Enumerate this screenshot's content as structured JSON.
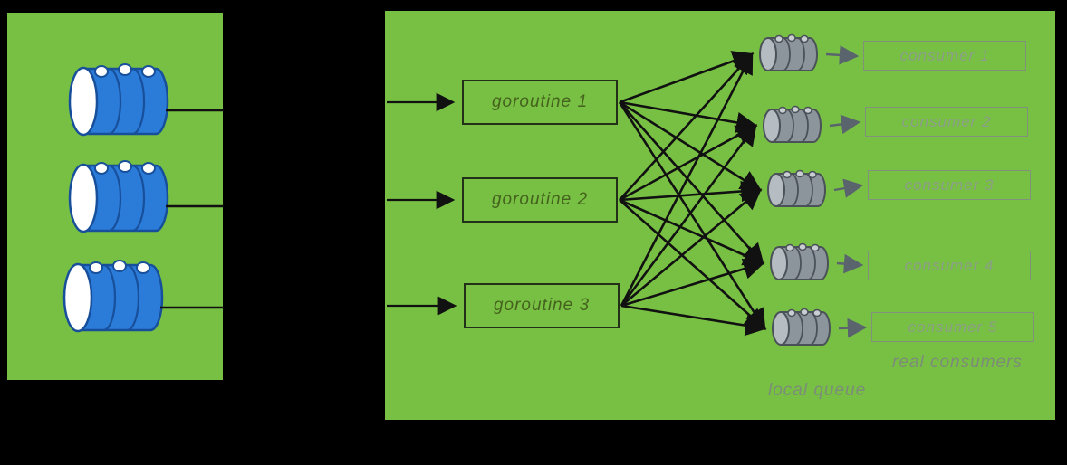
{
  "colors": {
    "background": "#000000",
    "panel_green": "#78c043",
    "barrel_blue_fill": "#2b7bd9",
    "barrel_blue_stroke": "#174f9b",
    "drum_gray_fill": "#8d959c",
    "drum_gray_stroke": "#4a5158",
    "arrow_black": "#111111",
    "arrow_gray": "#5a646d",
    "goroutine_text": "#44621d",
    "consumer_text": "#8b9e87",
    "caption_text": "#7b8d78"
  },
  "left_panel": {
    "partitions": [
      {
        "icon": "partition-barrel-icon"
      },
      {
        "icon": "partition-barrel-icon"
      },
      {
        "icon": "partition-barrel-icon"
      }
    ]
  },
  "right_panel": {
    "goroutines": [
      {
        "label": "goroutine 1"
      },
      {
        "label": "goroutine 2"
      },
      {
        "label": "goroutine 3"
      }
    ],
    "queues": [
      {
        "icon": "queue-barrel-icon"
      },
      {
        "icon": "queue-barrel-icon"
      },
      {
        "icon": "queue-barrel-icon"
      },
      {
        "icon": "queue-barrel-icon"
      },
      {
        "icon": "queue-barrel-icon"
      }
    ],
    "consumers": [
      {
        "label": "consumer 1"
      },
      {
        "label": "consumer 2"
      },
      {
        "label": "consumer 3"
      },
      {
        "label": "consumer 4"
      },
      {
        "label": "consumer 5"
      }
    ],
    "captions": {
      "local_queue": "local queue",
      "real_consumers": "real consumers"
    }
  }
}
